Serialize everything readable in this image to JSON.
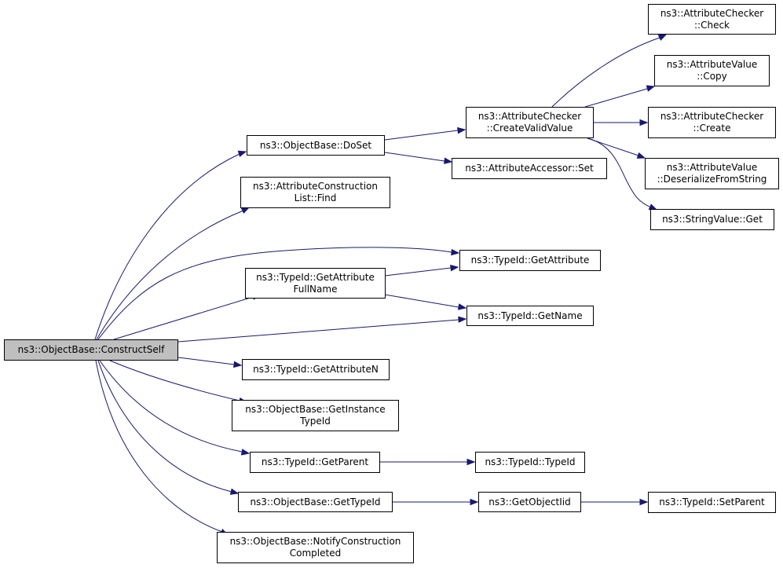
{
  "colors": {
    "edge": "#191970",
    "root_fill": "#bfbfbf",
    "node_fill": "#ffffff",
    "node_border": "#000000"
  },
  "nodes": {
    "construct_self": {
      "lines": [
        "ns3::ObjectBase::ConstructSelf"
      ]
    },
    "do_set": {
      "lines": [
        "ns3::ObjectBase::DoSet"
      ]
    },
    "attr_construction_find": {
      "lines": [
        "ns3::AttributeConstruction",
        "List::Find"
      ]
    },
    "get_attribute": {
      "lines": [
        "ns3::TypeId::GetAttribute"
      ]
    },
    "get_attribute_full_name": {
      "lines": [
        "ns3::TypeId::GetAttribute",
        "FullName"
      ]
    },
    "get_name": {
      "lines": [
        "ns3::TypeId::GetName"
      ]
    },
    "get_attribute_n": {
      "lines": [
        "ns3::TypeId::GetAttributeN"
      ]
    },
    "get_instance_typeid": {
      "lines": [
        "ns3::ObjectBase::GetInstance",
        "TypeId"
      ]
    },
    "get_parent": {
      "lines": [
        "ns3::TypeId::GetParent"
      ]
    },
    "get_typeid": {
      "lines": [
        "ns3::ObjectBase::GetTypeId"
      ]
    },
    "notify_construction_completed": {
      "lines": [
        "ns3::ObjectBase::NotifyConstruction",
        "Completed"
      ]
    },
    "create_valid_value": {
      "lines": [
        "ns3::AttributeChecker",
        "::CreateValidValue"
      ]
    },
    "attribute_accessor_set": {
      "lines": [
        "ns3::AttributeAccessor::Set"
      ]
    },
    "typeid_typeid": {
      "lines": [
        "ns3::TypeId::TypeId"
      ]
    },
    "get_object_iid": {
      "lines": [
        "ns3::GetObjectIid"
      ]
    },
    "checker_check": {
      "lines": [
        "ns3::AttributeChecker",
        "::Check"
      ]
    },
    "value_copy": {
      "lines": [
        "ns3::AttributeValue",
        "::Copy"
      ]
    },
    "checker_create": {
      "lines": [
        "ns3::AttributeChecker",
        "::Create"
      ]
    },
    "value_deserialize": {
      "lines": [
        "ns3::AttributeValue",
        "::DeserializeFromString"
      ]
    },
    "string_value_get": {
      "lines": [
        "ns3::StringValue::Get"
      ]
    },
    "typeid_set_parent": {
      "lines": [
        "ns3::TypeId::SetParent"
      ]
    }
  },
  "edges": [
    {
      "from": "construct_self",
      "to": "do_set"
    },
    {
      "from": "construct_self",
      "to": "attr_construction_find"
    },
    {
      "from": "construct_self",
      "to": "get_attribute"
    },
    {
      "from": "construct_self",
      "to": "get_attribute_full_name"
    },
    {
      "from": "construct_self",
      "to": "get_name"
    },
    {
      "from": "construct_self",
      "to": "get_attribute_n"
    },
    {
      "from": "construct_self",
      "to": "get_instance_typeid"
    },
    {
      "from": "construct_self",
      "to": "get_parent"
    },
    {
      "from": "construct_self",
      "to": "get_typeid"
    },
    {
      "from": "construct_self",
      "to": "notify_construction_completed"
    },
    {
      "from": "do_set",
      "to": "create_valid_value"
    },
    {
      "from": "do_set",
      "to": "attribute_accessor_set"
    },
    {
      "from": "create_valid_value",
      "to": "checker_check"
    },
    {
      "from": "create_valid_value",
      "to": "value_copy"
    },
    {
      "from": "create_valid_value",
      "to": "checker_create"
    },
    {
      "from": "create_valid_value",
      "to": "value_deserialize"
    },
    {
      "from": "create_valid_value",
      "to": "string_value_get"
    },
    {
      "from": "get_attribute_full_name",
      "to": "get_attribute"
    },
    {
      "from": "get_attribute_full_name",
      "to": "get_name"
    },
    {
      "from": "get_parent",
      "to": "typeid_typeid"
    },
    {
      "from": "get_typeid",
      "to": "get_object_iid"
    },
    {
      "from": "get_object_iid",
      "to": "typeid_set_parent"
    }
  ]
}
